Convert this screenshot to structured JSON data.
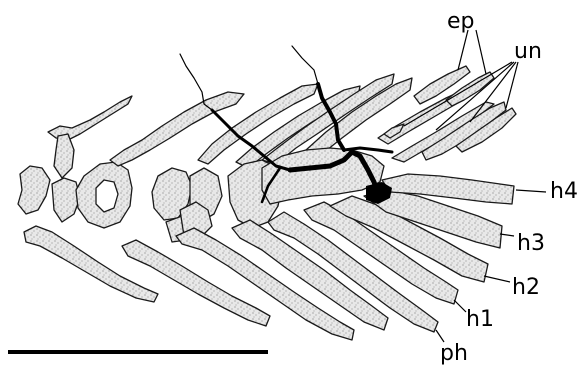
{
  "labels": {
    "ep": "ep",
    "un": "un",
    "h4": "h4",
    "h3": "h3",
    "h2": "h2",
    "h1": "h1",
    "ph": "ph"
  },
  "colors": {
    "ink": "#000000",
    "bone_fill": "#e6e6e6",
    "background": "#ffffff"
  }
}
